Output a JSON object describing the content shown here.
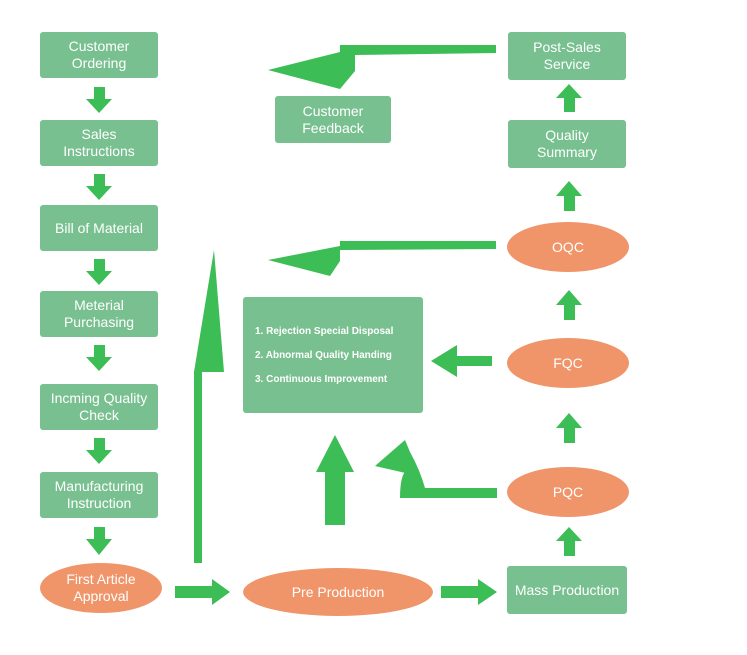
{
  "colors": {
    "box_green": "#78c08f",
    "oval_orange": "#f0956a",
    "arrow_green": "#3dbd55",
    "text": "#ffffff"
  },
  "left_column": {
    "customer_ordering": "Customer\nOrdering",
    "sales_instructions": "Sales\nInstructions",
    "bill_of_material": "Bill of Material",
    "material_purchasing": "Meterial\nPurchasing",
    "incoming_quality_check": "Incming Quality\nCheck",
    "manufacturing_instruction": "Manufacturing\nInstruction",
    "first_article_approval": "First Article\nApproval"
  },
  "bottom_row": {
    "pre_production": "Pre Production",
    "mass_production": "Mass Production"
  },
  "right_column": {
    "pqc": "PQC",
    "fqc": "FQC",
    "oqc": "OQC",
    "quality_summary": "Quality\nSummary",
    "post_sales_service": "Post-Sales\nService"
  },
  "customer_feedback": "Customer\nFeedback",
  "center": {
    "items": [
      "1. Rejection Special Disposal",
      "2. Abnormal Quality Handing",
      "3. Continuous Improvement"
    ]
  }
}
